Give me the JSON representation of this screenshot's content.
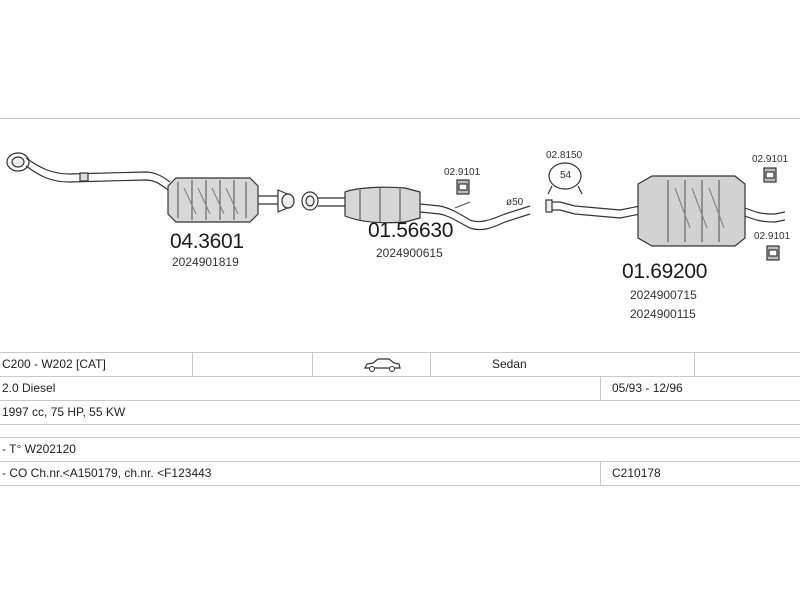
{
  "parts": {
    "front_cat": {
      "part_no": "04.3601",
      "oem": "2024901819"
    },
    "middle_silencer": {
      "part_no": "01.56630",
      "oem": "2024900615"
    },
    "rear_silencer": {
      "part_no": "01.69200",
      "oem1": "2024900715",
      "oem2": "2024900115"
    },
    "mount_a": {
      "part_no": "02.9101"
    },
    "clamp": {
      "part_no": "02.8150",
      "size": "54"
    },
    "mount_b": {
      "part_no": "02.9101"
    },
    "mount_c": {
      "part_no": "02.9101"
    },
    "pipe_dia": "ø50"
  },
  "vehicle": {
    "model": "C200 - W202  [CAT]",
    "body": "Sedan",
    "engine": "2.0 Diesel",
    "years": "05/93 - 12/96",
    "specs": "1997 cc, 75 HP, 55 KW",
    "type_note": "- T° W202120",
    "chassis_note": "- CO Ch.nr.<A150179, ch.nr. <F123443",
    "code": "C210178"
  }
}
